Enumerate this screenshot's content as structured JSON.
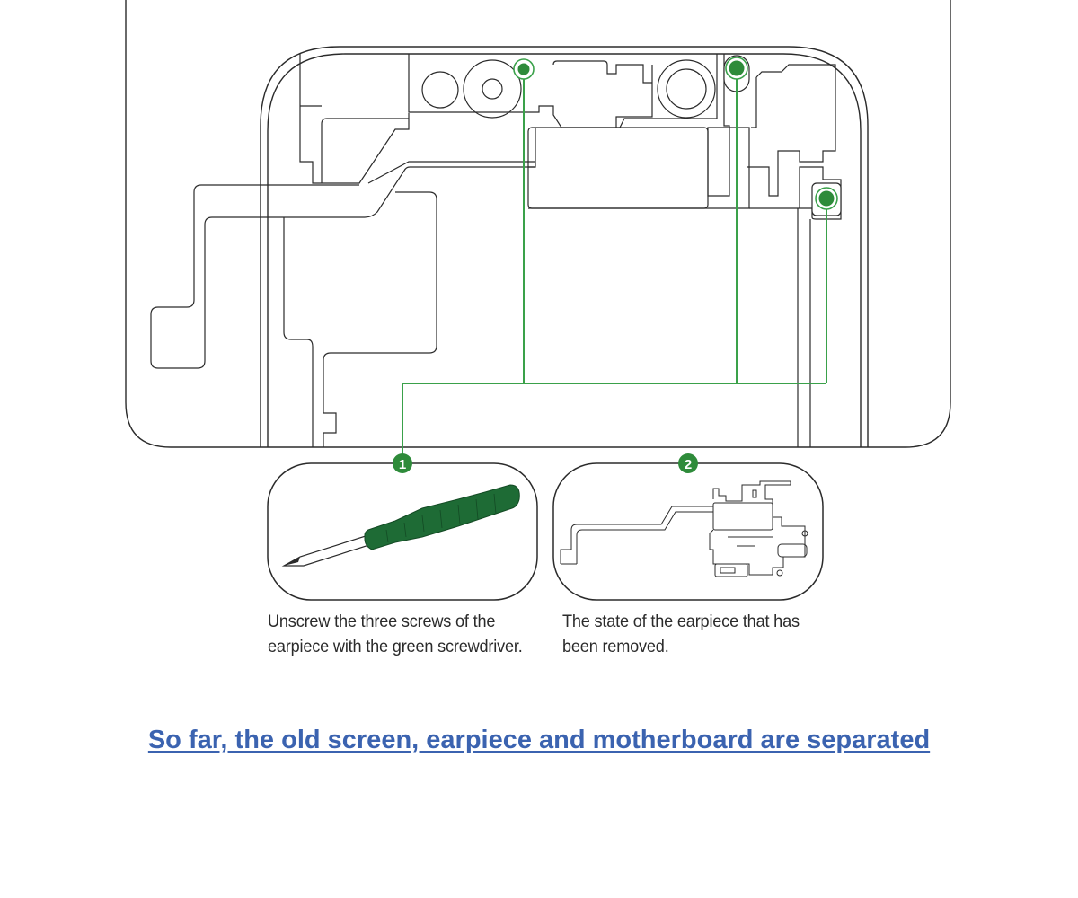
{
  "colors": {
    "outline": "#2b2b2b",
    "guide_green": "#3aa14a",
    "screw_green": "#2e8b3a",
    "screwdriver_green": "#1e6b35",
    "link_blue": "#3b63b0"
  },
  "steps": [
    {
      "number": "1",
      "icon": "screwdriver-icon",
      "caption_line1": "Unscrew the three screws of the",
      "caption_line2": "earpiece with the green screwdriver."
    },
    {
      "number": "2",
      "icon": "earpiece-flex-cable-icon",
      "caption_line1": "The state of the earpiece that has",
      "caption_line2": "been removed."
    }
  ],
  "summary_link_text": "So far, the old screen, earpiece and motherboard are separated"
}
